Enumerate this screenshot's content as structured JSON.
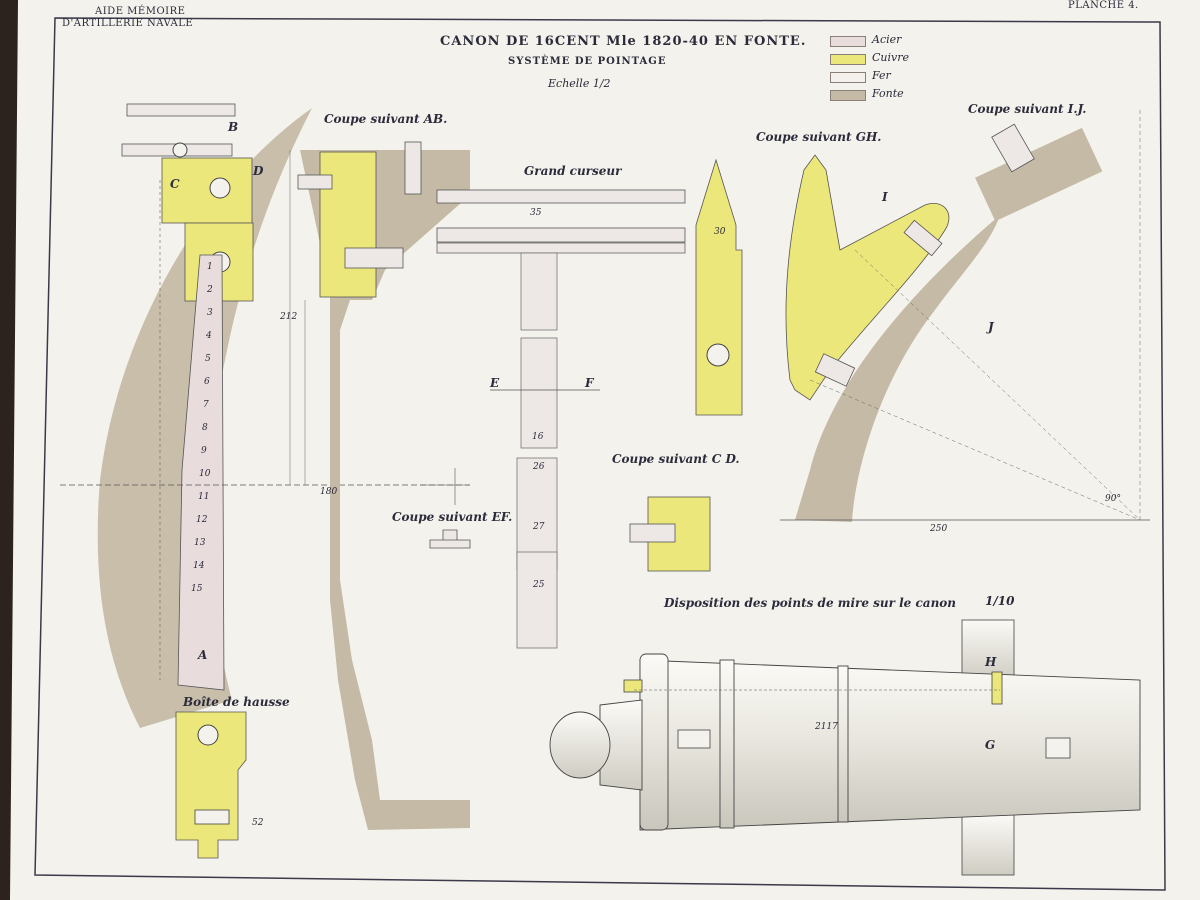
{
  "header": {
    "left_line1": "AIDE MÉMOIRE",
    "left_line2": "D'ARTILLERIE NAVALE",
    "right": "PLANCHE 4."
  },
  "title": {
    "main": "CANON DE 16CENT Mle 1820-40 EN FONTE.",
    "sub": "SYSTÈME DE POINTAGE",
    "scale": "Echelle 1/2"
  },
  "legend": [
    {
      "label": "Acier",
      "color": "#e8dcdc"
    },
    {
      "label": "Cuivre",
      "color": "#ece77a"
    },
    {
      "label": "Fer",
      "color": "#f4f1ec"
    },
    {
      "label": "Fonte",
      "color": "#c5baa6"
    }
  ],
  "section_labels": {
    "ab": "Coupe suivant AB.",
    "gh": "Coupe suivant GH.",
    "ij": "Coupe suivant I.J.",
    "cd": "Coupe suivant C D.",
    "ef": "Coupe suivant EF.",
    "grand_curseur": "Grand curseur",
    "boite": "Boîte de hausse",
    "disposition": "Disposition des points de mire sur le canon",
    "disposition_scale": "1/10"
  },
  "letters": {
    "a": "A",
    "b": "B",
    "c": "C",
    "d": "D",
    "e": "E",
    "f": "F",
    "g": "G",
    "h": "H",
    "i": "I",
    "j": "J"
  },
  "scale_numbers": [
    "1",
    "2",
    "3",
    "4",
    "5",
    "6",
    "7",
    "8",
    "9",
    "10",
    "11",
    "12",
    "13",
    "14",
    "15",
    "16"
  ],
  "curseur_numbers": [
    "26",
    "27",
    "25"
  ],
  "dims": {
    "d1": "180",
    "d2": "212",
    "d3": "52",
    "d4": "250",
    "d5": "30",
    "d6": "35",
    "d7": "90°",
    "d8": "2117"
  },
  "colors": {
    "paper": "#f4f2ec",
    "fonte": "#c5baa6",
    "cuivre": "#ece77a",
    "acier": "#e8dcdc",
    "ink": "#2b2b3b"
  }
}
